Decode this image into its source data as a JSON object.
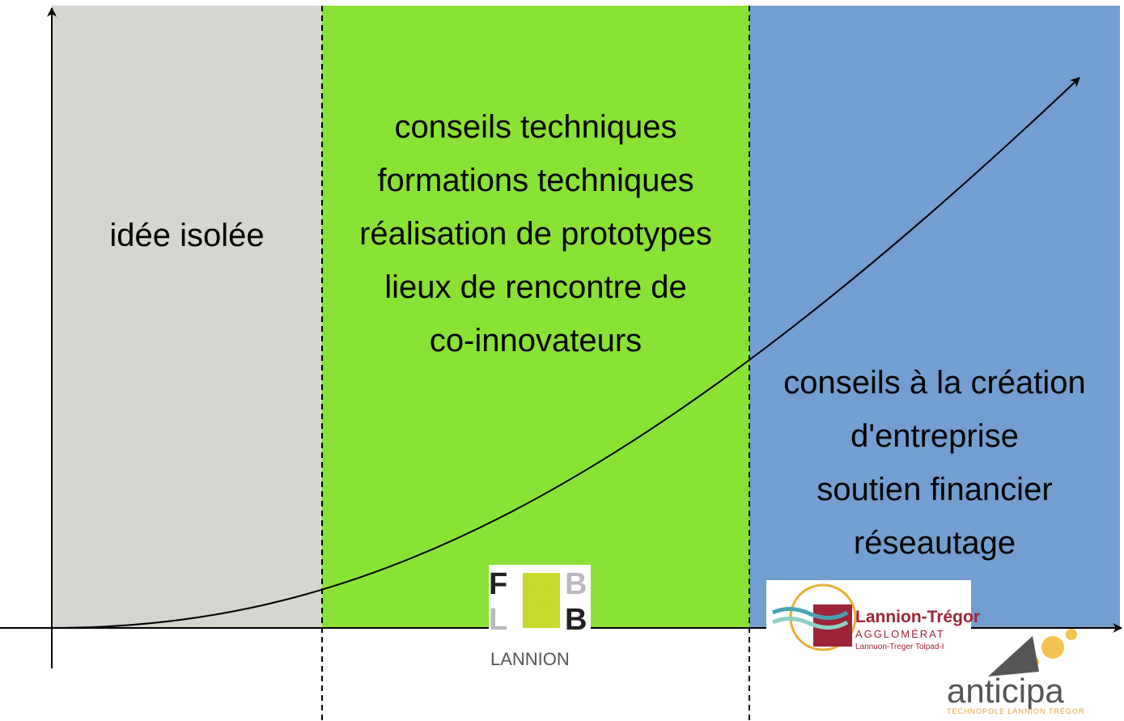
{
  "zones": [
    {
      "id": "isolated",
      "color": "#d3d7cf",
      "lines": [
        "idée isolée"
      ]
    },
    {
      "id": "fablab",
      "color": "#8ae234",
      "lines": [
        "conseils techniques",
        "formations techniques",
        "réalisation de prototypes",
        "lieux de rencontre de",
        "co-innovateurs"
      ]
    },
    {
      "id": "support",
      "color": "#729fcf",
      "lines": [
        "conseils à la création",
        "d'entreprise",
        "soutien financier",
        "réseautage"
      ]
    }
  ],
  "logos": {
    "fablab": {
      "letters": [
        "F",
        "A",
        "B",
        "L",
        "A",
        "B"
      ],
      "caption": "LANNION"
    },
    "lannion_tregor": {
      "title": "Lannion-Trégor",
      "subtitle": "AGGLOMÉRATION",
      "tagline": "Lannuon-Treger Tolpad-Kêrioù"
    },
    "anticipa": {
      "name": "anticipa",
      "tagline": "TECHNOPOLE LANNION TRÉGOR"
    }
  }
}
